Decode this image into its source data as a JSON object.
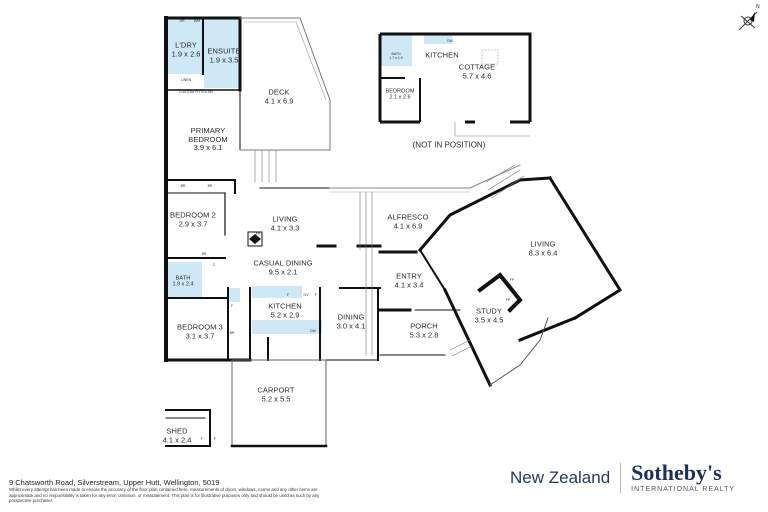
{
  "compass": {
    "north_label": "N",
    "icon": "north-arrow-icon"
  },
  "rooms": [
    {
      "id": "ldry",
      "name": "L'DRY",
      "dims": "1.9 x 2.6"
    },
    {
      "id": "ensuite",
      "name": "ENSUITE",
      "dims": "1.9 x 3.5"
    },
    {
      "id": "deck",
      "name": "DECK",
      "dims": "4.1 x 6.9"
    },
    {
      "id": "primary",
      "name": "PRIMARY BEDROOM",
      "name_line1": "PRIMARY",
      "name_line2": "BEDROOM",
      "dims": "3.9 x 6.1"
    },
    {
      "id": "bedroom2",
      "name": "BEDROOM 2",
      "dims": "2.9 x 3.7"
    },
    {
      "id": "living1",
      "name": "LIVING",
      "dims": "4.1 x 3.3"
    },
    {
      "id": "casual",
      "name": "CASUAL DINING",
      "dims": "9.5 x 2.1"
    },
    {
      "id": "bath",
      "name": "BATH",
      "dims": "1.9 x 2.4"
    },
    {
      "id": "kitchen",
      "name": "KITCHEN",
      "dims": "5.2 x 2.9"
    },
    {
      "id": "dining",
      "name": "DINING",
      "dims": "3.0 x 4.1"
    },
    {
      "id": "bedroom3",
      "name": "BEDROOM 3",
      "dims": "3.1 x 3.7"
    },
    {
      "id": "alfresco",
      "name": "ALFRESCO",
      "dims": "4.1 x 6.9"
    },
    {
      "id": "living2",
      "name": "LIVING",
      "dims": "8.3 x 6.4"
    },
    {
      "id": "entry",
      "name": "ENTRY",
      "dims": "4.1 x 3.4"
    },
    {
      "id": "porch",
      "name": "PORCH",
      "dims": "5.3 x 2.8"
    },
    {
      "id": "study",
      "name": "STUDY",
      "dims": "3.5 x 4.5"
    },
    {
      "id": "carport",
      "name": "CARPORT",
      "dims": "5.2 x 5.5"
    },
    {
      "id": "shed",
      "name": "SHED",
      "dims": "4.1 x 2.4"
    },
    {
      "id": "cottage",
      "name": "COTTAGE",
      "dims": "5.7 x 4.6"
    },
    {
      "id": "cottage_kitchen",
      "name": "KITCHEN",
      "dims": ""
    },
    {
      "id": "cottage_bedroom",
      "name": "BEDROOM",
      "dims": "2.1 x 2.6"
    },
    {
      "id": "cottage_bath",
      "name": "BATH",
      "dims": "1.7 x 1.9"
    }
  ],
  "fixtures": {
    "dr": "DR",
    "wm": "WM",
    "linen": "LINEN",
    "custom_fitted_br": "CUSTOM FITTED BR",
    "br": "BR",
    "c": "C",
    "f": "F",
    "dw": "DW",
    "ov": "OV",
    "fp": "FP"
  },
  "cottage_note": "(NOT IN POSITION)",
  "footer": {
    "address": "9 Chatsworth Road, Silverstream, Upper Hutt, Wellington, 5019",
    "disclaimer": "Whilst every attempt has been made to ensure the accuracy of the floor plan contained here, measurements of doors, windows, rooms and any other items are approximate and no responsibility is taken for any error, omission, or misstatement. This plan is for illustrative purposes only and should be used as such by any prospective purchaser."
  },
  "brand": {
    "region": "New Zealand",
    "name": "Sotheby's",
    "subtitle": "INTERNATIONAL REALTY"
  },
  "colors": {
    "wet_area": "#cfe8f5",
    "wall": "#111111",
    "brand_navy": "#1d2f5c"
  }
}
